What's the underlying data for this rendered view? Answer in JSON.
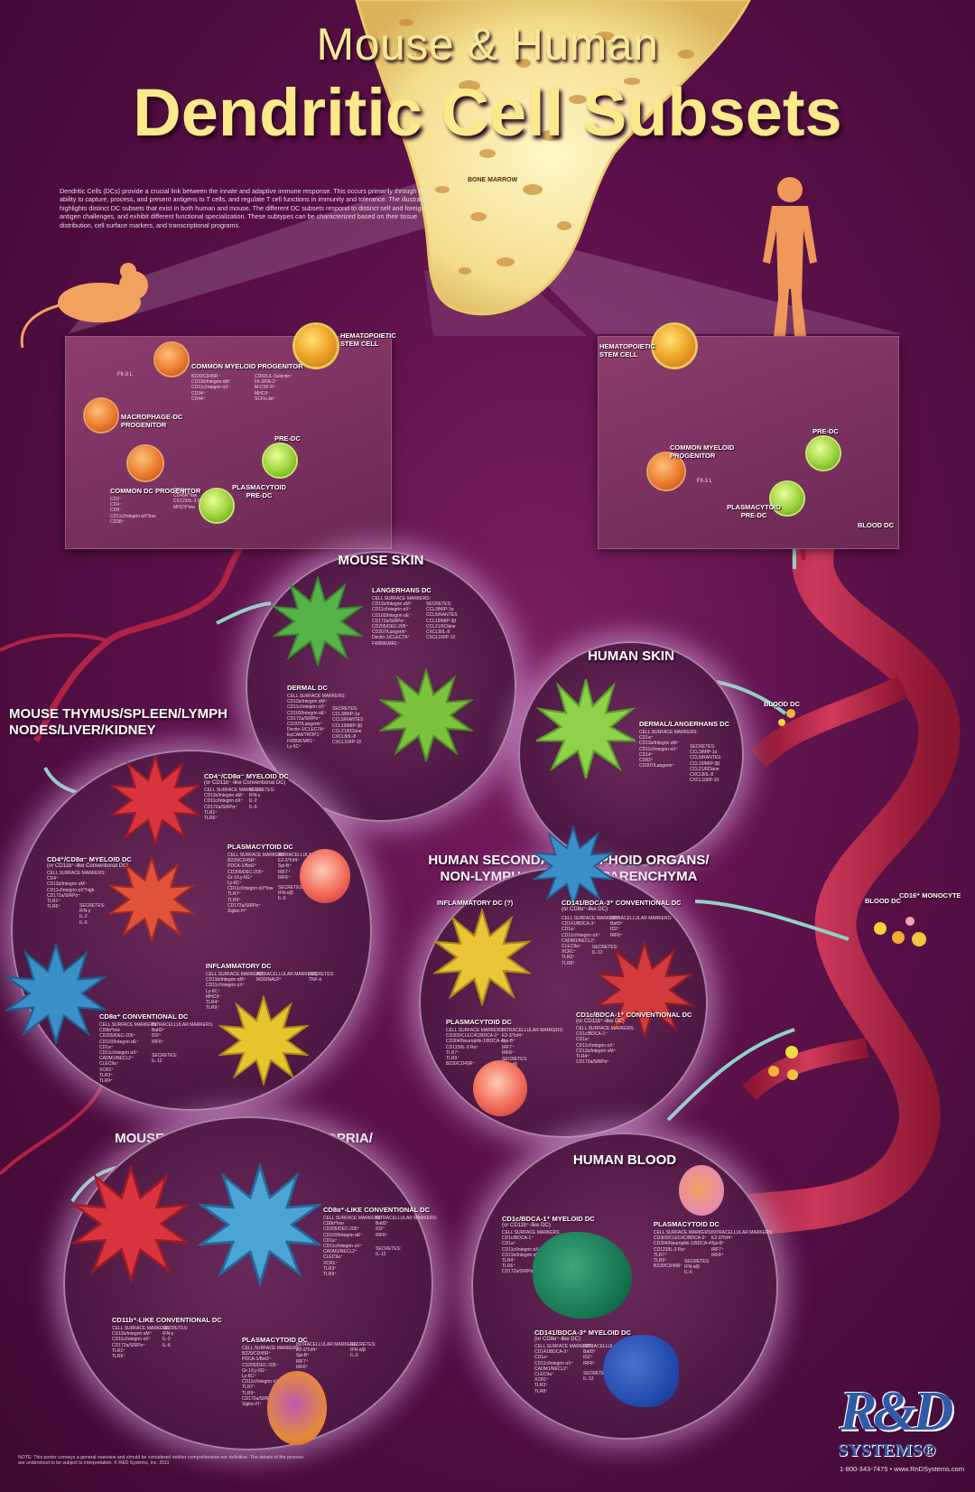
{
  "title": {
    "line1": "Mouse & Human",
    "line2": "Dendritic Cell Subsets"
  },
  "intro": "Dendritic Cells (DCs) provide a crucial link between the innate and adaptive immune response. This occurs primarily through their ability to capture, process, and present antigens to T cells, and regulate T cell functions in immunity and tolerance. The illustration highlights distinct DC subsets that exist in both human and mouse. The different DC subsets respond to distinct self and foreign antigen challenges, and exhibit different functional specialization. These subtypes can be characterized based on their tissue distribution, cell surface markers, and transcriptional programs.",
  "bone_marrow_label": "BONE MARROW",
  "colors": {
    "background": "#5a1048",
    "title": "#fbe98b",
    "vessel": "#c42a50",
    "logo": "#2f5aa8"
  },
  "mouse_panel": {
    "stem_cell": "HEMATOPOIETIC STEM CELL",
    "cmp": "COMMON MYELOID PROGENITOR",
    "cmp_markers_a": "B220/CD45R⁻\nCD11b/Integrin αM⁻\nCD11c/Integrin αX⁻\nCD34⁺\nCD44⁺",
    "cmp_markers_b": "CD62L/L-Selectin⁺\nFlt-3/Flk-2⁺\nM-CSF R⁺\nMHCII⁻\nSCF/c-kit⁺",
    "flt3l": "Flt-3 L",
    "mdp": "MACROPHAGE-DC PROGENITOR",
    "cdp": "COMMON DC PROGENITOR",
    "cdp_markers_a": "CD2⁻\nCD4⁻\nCD8⁻\nCD11c/Integrin αX^low\nCD38⁺",
    "cdp_markers_b": "CD48⁺\nCD45R^low\nCD123/IL-3 Rα⁺\nMHCII^low",
    "pre_dc": "PRE-DC",
    "pdc_pre": "PLASMACYTOID PRE-DC"
  },
  "human_panel": {
    "stem_cell": "HEMATOPOIETIC STEM CELL",
    "cmp": "COMMON MYELOID PROGENITOR",
    "flt3l": "Flt-3 L",
    "pre_dc": "PRE-DC",
    "pdc_pre": "PLASMACYTOID PRE-DC",
    "blood_dc": "BLOOD DC"
  },
  "mouse_skin": {
    "title": "MOUSE SKIN",
    "langerhans_title": "LANGERHANS DC",
    "langerhans_markers": "CELL SURFACE MARKERS:\nCD11b/Integrin αM⁺\nCD11c/Integrin αX⁺\nCD103/Integrin αE⁻\nCD172a/SIRPα⁺\nCD205/DEC-205⁺\nCD207/Langerin⁺\nDectin-1/CLEC7A⁺\nF4/80/EMR1⁺",
    "langerhans_secretes": "SECRETES:\nCCL3/MIP-1α\nCCL5/RANTES\nCCL19/MIP-3β\nCCL21/6Ckine\nCXCL8/IL-8\nCXCL10/IP-10",
    "dermal_title": "DERMAL DC",
    "dermal_markers": "CELL SURFACE MARKERS:\nCD11b/Integrin αM⁺\nCD11c/Integrin αX⁺\nCD103/Integrin αE⁺\nCD172a/SIRPα⁺\nCD207/Langerin⁺\nDectin-1/CLEC7A⁺\nEpCAM/TROP1⁺\nF4/80/EMR1⁺\nLy-6C⁺",
    "dermal_secretes": "SECRETES:\nCCL3/MIP-1α\nCCL5/RANTES\nCCL19/MIP-3β\nCCL21/6Ckine\nCXCL8/IL-8\nCXCL10/IP-10"
  },
  "human_skin": {
    "title": "HUMAN SKIN",
    "cell_title": "DERMAL/LANGERHANS DC",
    "markers": "CELL SURFACE MARKERS:\nCD1a⁺\nCD11b/Integrin αM⁺\nCD11c/Integrin αX⁺\nCD14⁺\nCD83⁺\nCD207/Langerin⁺",
    "secretes": "SECRETES:\nCCL3/MIP-1α\nCCL5/RANTES\nCCL19/MIP-3β\nCCL21/6Ckine\nCXCL8/IL-8\nCXCL10/IP-10",
    "blood_dc": "BLOOD DC"
  },
  "mouse_thymus": {
    "title": "MOUSE THYMUS/SPLEEN/LYMPH NODES/LIVER/KIDNEY",
    "cd4_title": "CD4⁻/CD8α⁻ MYELOID DC",
    "cd4_sub": "(or CD11b⁺-like Conventional DC)",
    "cd4_markers": "CELL SURFACE MARKERS:\nCD11b/Integrin αM⁺\nCD11c/Integrin αX⁺\nCD172a/SIRPα⁺\nTLR1⁺\nTLR6⁺",
    "cd4_secretes": "SECRETES:\nIFN-γ\nIL-2\nIL-6",
    "cd4p_title": "CD4⁺/CD8α⁻ MYELOID DC",
    "cd4p_sub": "(or CD11b⁺-like Conventional DC)",
    "cd4p_markers": "CELL SURFACE MARKERS:\nCD4⁺\nCD11b/Integrin αM⁺\nCD11c/Integrin αX^high\nCD172a/SIRPα⁺\nTLR1⁺\nTLR6⁺",
    "cd4p_secretes": "SECRETES:\nIFN-γ\nIL-2\nIL-6",
    "pdc_title": "PLASMACYTOID DC",
    "pdc_markers": "CELL SURFACE MARKERS:\nB220/CD45R⁺\nPDCA-1/Bst2⁺\nCD205/DEC-205⁺\nGr-1/Ly-6G⁺\nLy-6C⁺\nCD11c/Integrin αX^low\nTLR7⁺\nTLR9⁺\nCD172a/SIRPα⁺\nSiglec-H⁺",
    "pdc_intracellular": "INTRACELLULAR MARKERS:\nE2-2/Tcf4⁺\nSpi-B⁺\nIRF7⁺\nIRF8⁺",
    "pdc_secretes": "SECRETES:\nIFN-α/β\nIL-6",
    "infl_title": "INFLAMMATORY DC",
    "infl_markers": "CELL SURFACE MARKERS:\nCD11b/Integrin αM⁺\nCD11c/Integrin αX⁺\nLy-6C⁺\nMHCII⁺\nTLR4⁺\nTLR9⁺",
    "infl_intracellular": "INTRACELLULAR MARKERS:\nNOD/NALP⁺",
    "infl_secretes": "SECRETES:\nTNF-α",
    "cd8_title": "CD8α⁺ CONVENTIONAL DC",
    "cd8_markers": "CELL SURFACE MARKERS:\nCD8α^low\nCD205/DEC-205⁺\nCD103/Integrin αE⁺\nCD1a⁺\nCD11c/Integrin αX⁺\nCADM1/NECL2⁺\nCLEC9a⁺\nXCR1⁺\nTLR3⁺\nTLR9⁺",
    "cd8_intracellular": "INTRACELLULAR MARKERS:\nBatf3⁺\nID2⁺\nIRF8⁺",
    "cd8_secretes": "SECRETES:\nIL-12"
  },
  "human_secondary": {
    "title": "HUMAN SECONDARY LYMPHOID ORGANS/ NON-LYMPHOID TISSUE PARENCHYMA",
    "infl_title": "INFLAMMATORY DC (?)",
    "cd141_title": "CD141/BDCA-3⁺ CONVENTIONAL DC",
    "cd141_sub": "(or CD8α⁺-like DC)",
    "cd141_markers": "CELL SURFACE MARKERS:\nCD141/BDCA-3⁺\nCD1a⁺\nCD11c/Integrin αX⁺\nCADM1/NECL2⁺\nCLEC9a⁺\nXCR1⁺\nTLR3⁺\nTLR8⁺",
    "cd141_intracellular": "INTRACELLULAR MARKERS:\nBatf3⁺\nID2⁺\nIRF8⁺",
    "cd141_secretes": "SECRETES:\nIL-12",
    "pdc_title": "PLASMACYTOID DC",
    "pdc_markers": "CELL SURFACE MARKERS:\nCD303/CLEC4C/BDCA-2⁺\nCD304/Neuropilin-1/BDCA-4⁺\nCD123/IL-3 Rα⁺\nTLR7⁺\nTLR9⁺\nB220/CD45R⁺",
    "pdc_intracellular": "INTRACELLULAR MARKERS:\nE2-2/Tcf4⁺\nSpi-B⁺\nIRF7⁺\nIRF8⁺",
    "pdc_secretes": "SECRETES:\nIFN-α/β\nIL-6",
    "cd1c_title": "CD1c/BDCA-1⁺ CONVENTIONAL DC",
    "cd1c_sub": "(or CD11b⁺-like DC)",
    "cd1c_markers": "CELL SURFACE MARKERS:\nCD1c/BDCA-1⁺\nCD1a⁺\nCD11c/Integrin αX⁺\nCD11b/Integrin αM⁺\nTLR4⁺\nCD172a/SIRPα⁺",
    "blood_dc": "BLOOD DC",
    "cd16_mono": "CD16⁺ MONOCYTE"
  },
  "mouse_intestinal": {
    "title": "MOUSE INTESTINAL LAMINA PROPRIA/ PEYER'S PATCHES",
    "cd8_title": "CD8α⁺-LIKE CONVENTIONAL DC",
    "cd8_markers": "CELL SURFACE MARKERS:\nCD8α^low\nCD205/DEC-205⁺\nCD103/Integrin αE⁺\nCD1a⁺\nCD11c/Integrin αX⁺\nCADM1/NECL2⁺\nCLEC9a⁺\nXCR1⁺\nTLR3⁺\nTLR9⁺",
    "cd8_intracellular": "INTRACELLULAR MARKERS:\nBatf3⁺\nID2⁺\nIRF8⁺",
    "cd8_secretes": "SECRETES:\nIL-12",
    "cd11b_title": "CD11b⁺-LIKE CONVENTIONAL DC",
    "cd11b_markers": "CELL SURFACE MARKERS:\nCD11b/Integrin αM⁺\nCD11c/Integrin αX⁺\nCD172a/SIRPα⁺\nTLR1⁺\nTLR6⁺",
    "cd11b_secretes": "SECRETES:\nIFN-γ\nIL-2\nIL-6",
    "pdc_title": "PLASMACYTOID DC",
    "pdc_markers": "CELL SURFACE MARKERS:\nB220/CD45R⁺\nPDCA-1/Bst2⁺\nCD205/DEC-205⁺\nGr-1/Ly-6G⁺\nLy-6C⁺\nCD11c/Integrin αX^low\nTLR7⁺\nTLR9⁺\nCD172a/SIRPα⁺\nSiglec-H⁺",
    "pdc_intracellular": "INTRACELLULAR MARKERS:\nE2-2/Tcf4⁺\nSpi-B⁺\nIRF7⁺\nIRF8⁺",
    "pdc_secretes": "SECRETES:\nIFN-α/β\nIL-6"
  },
  "human_blood": {
    "title": "HUMAN BLOOD",
    "cd1c_title": "CD1c/BDCA-1⁺ MYELOID DC",
    "cd1c_sub": "(or CD11b⁺-like DC)",
    "cd1c_markers": "CELL SURFACE MARKERS:\nCD1c/BDCA-1⁺\nCD1a⁺\nCD11c/Integrin αX⁺\nCD11b/Integrin αM⁺\nTLR4⁺\nTLR6⁺\nCD172a/SIRPα⁺",
    "pdc_title": "PLASMACYTOID DC",
    "pdc_markers": "CELL SURFACE MARKERS:\nCD303/CLEC4C/BDCA-2⁺\nCD304/Neuropilin-1/BDCA-4⁺\nCD123/IL-3 Rα⁺\nTLR7⁺\nTLR9⁺\nB220/CD45R⁺",
    "pdc_intracellular": "INTRACELLULAR MARKERS:\nE2-2/Tcf4⁺\nSpi-B⁺\nIRF7⁺\nIRF8⁺",
    "pdc_secretes": "SECRETES:\nIFN-α/β\nIL-6",
    "cd141_title": "CD141/BDCA-3⁺ MYELOID DC",
    "cd141_sub": "(or CD8α⁺-like DC)",
    "cd141_markers": "CELL SURFACE MARKERS:\nCD141/BDCA-3⁺\nCD1a⁺\nCD11c/Integrin αX⁺\nCADM1/NECL2⁺\nCLEC9a⁺\nXCR1⁺\nTLR3⁺\nTLR8⁺",
    "cd141_intracellular": "INTRACELLULAR MARKERS:\nBatf3⁺\nID2⁺\nIRF8⁺",
    "cd141_secretes": "SECRETES:\nIL-12"
  },
  "note": "NOTE: This poster conveys a general overview and should be considered neither comprehensive nor definitive. The details of the process are understood to be subject to interpretation. © R&D Systems, Inc. 2011",
  "logo": {
    "rd": "R&D",
    "systems": "SYSTEMS",
    "reg": "®",
    "contact": "1-800-343-7475  •  www.RnDSystems.com"
  }
}
